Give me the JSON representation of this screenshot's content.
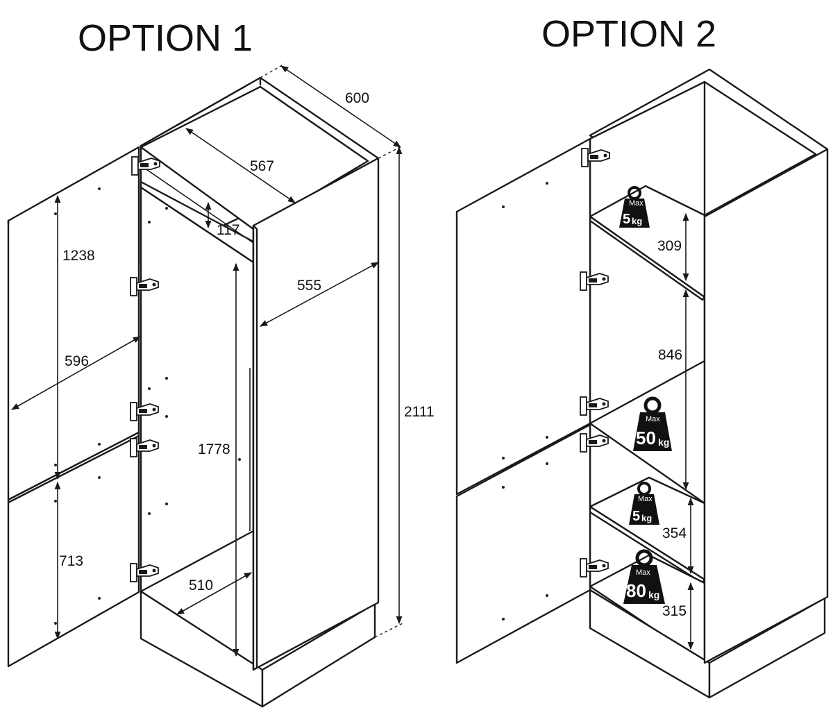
{
  "titles": {
    "option1": "OPTION 1",
    "option2": "OPTION 2"
  },
  "option1": {
    "dims": {
      "depth_outer": "600",
      "depth_inner": "567",
      "top_gap": "117",
      "width_inner": "555",
      "door_upper_height": "1238",
      "door_width": "596",
      "fridge_height": "1778",
      "total_height": "2111",
      "door_lower_height": "713",
      "base_depth": "510"
    }
  },
  "option2": {
    "dims": {
      "shelf_top": "309",
      "shelf_mid": "846",
      "shelf_low": "354",
      "shelf_bottom": "315"
    },
    "weights": [
      {
        "max": "Max",
        "value": "5",
        "unit": "kg"
      },
      {
        "max": "Max",
        "value": "50",
        "unit": "kg"
      },
      {
        "max": "Max",
        "value": "5",
        "unit": "kg"
      },
      {
        "max": "Max",
        "value": "80",
        "unit": "kg"
      }
    ]
  }
}
